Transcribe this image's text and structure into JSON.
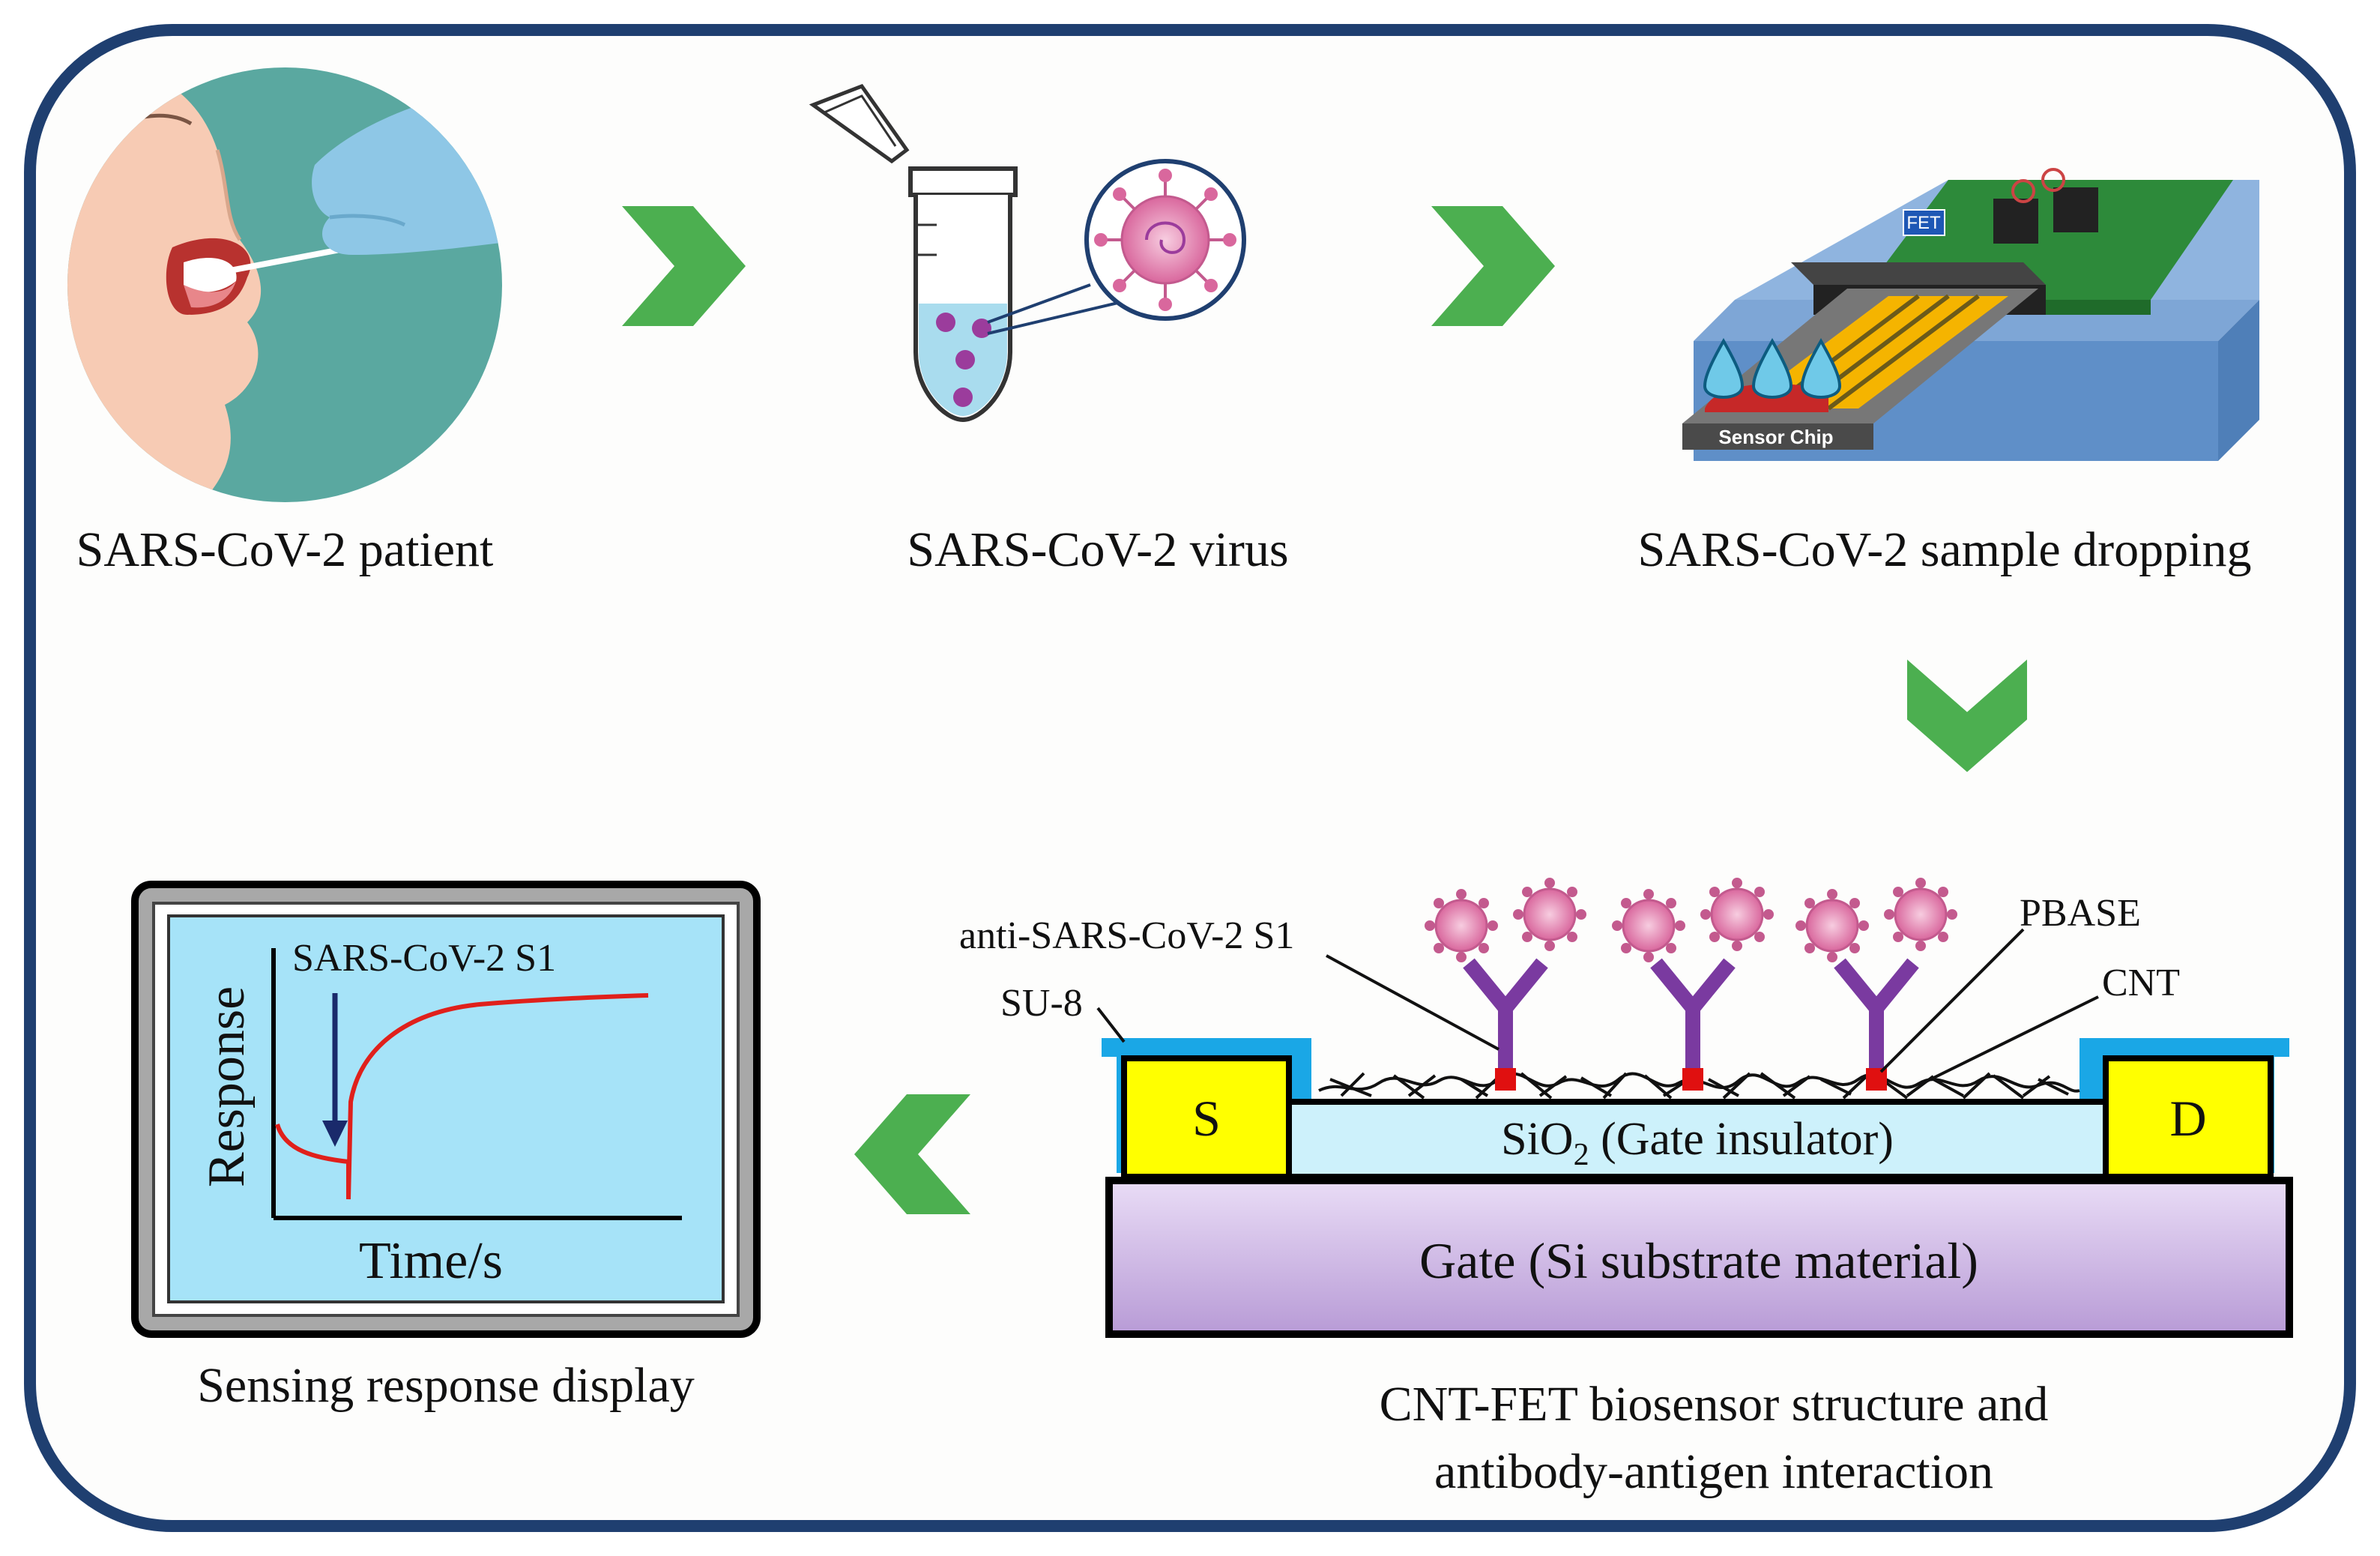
{
  "steps": {
    "patient": {
      "caption": "SARS-CoV-2 patient"
    },
    "virus": {
      "caption": "SARS-CoV-2 virus"
    },
    "dropping": {
      "caption": "SARS-CoV-2 sample dropping",
      "fet_label": "FET",
      "chip_label": "Sensor Chip"
    },
    "display": {
      "caption": "Sensing response display",
      "ylabel": "Response",
      "xlabel": "Time/s",
      "annotation": "SARS-CoV-2 S1"
    },
    "biosensor": {
      "caption_line1": "CNT-FET biosensor structure and",
      "caption_line2": "antibody-antigen interaction",
      "source": "S",
      "drain": "D",
      "gate": "Gate (Si substrate material)",
      "oxide_prefix": "SiO",
      "oxide_sub": "2",
      "oxide_suffix": " (Gate insulator)",
      "label_antibody": "anti-SARS-CoV-2 S1",
      "label_su8": "SU-8",
      "label_pbase": "PBASE",
      "label_cnt": "CNT"
    }
  },
  "colors": {
    "frame": "#1f3f70",
    "arrow": "#4caf50",
    "screen": "#a6e3f8",
    "response_curve": "#e0201b",
    "electrode": "#ffff00",
    "gate": "#cdb4e6",
    "oxide": "#cdf1fb",
    "su8": "#1aa7e6",
    "antibody": "#7a3aa0",
    "virus": "#e07aa8"
  }
}
